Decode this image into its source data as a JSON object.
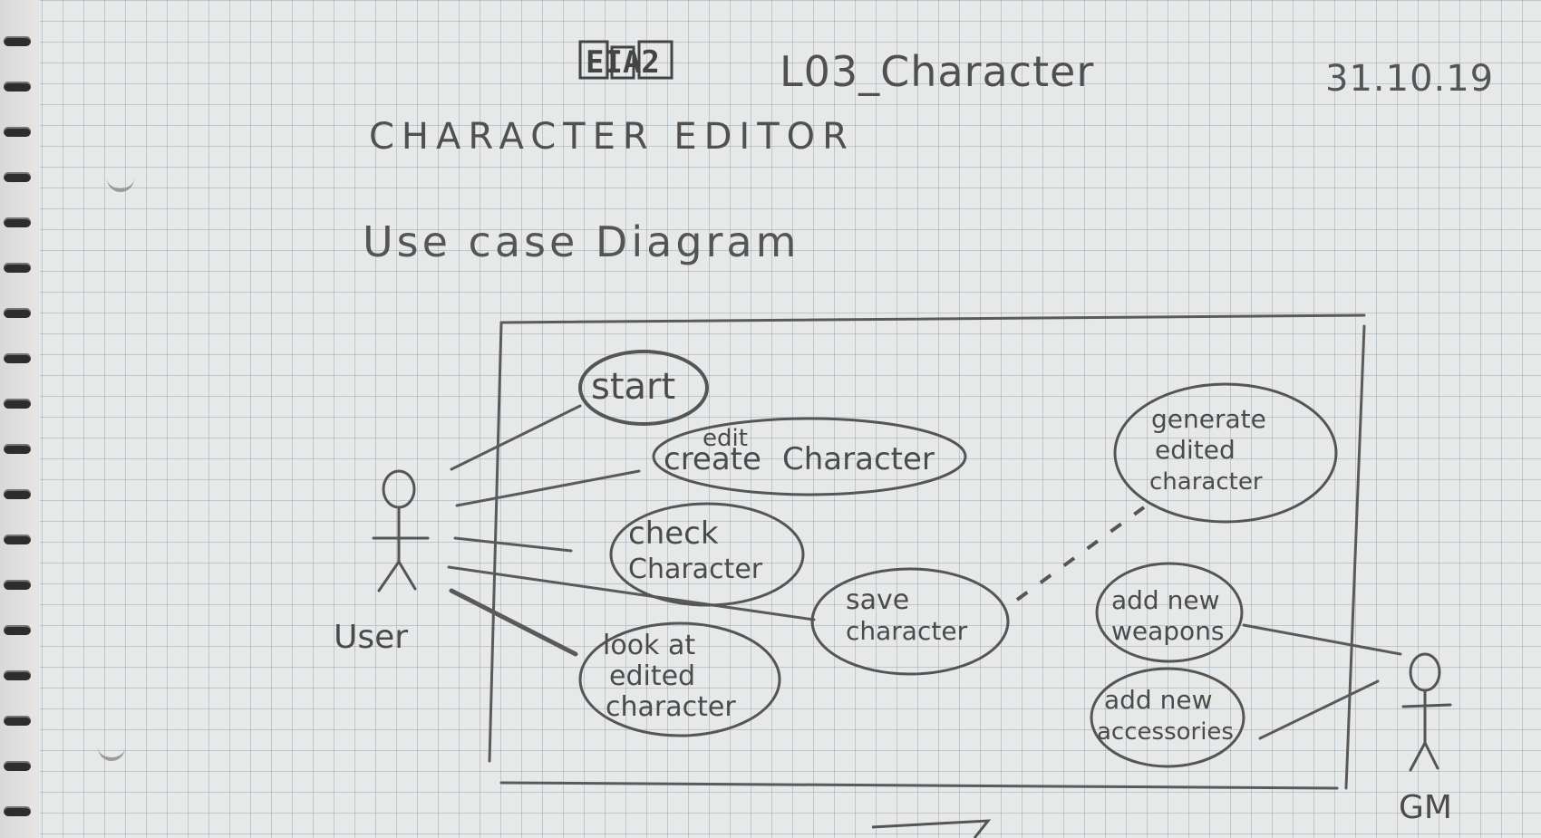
{
  "header": {
    "logo": "EIA2",
    "title": "L03_Character",
    "date": "31.10.19",
    "subtitle": "CHARACTER EDITOR",
    "section": "Use case Diagram"
  },
  "actors": {
    "user": "User",
    "gm": "GM"
  },
  "use_cases": {
    "start": "start",
    "edit_overwrite": "edit",
    "create_character_prefix": "create",
    "create_character_suffix": "Character",
    "check_character_1": "check",
    "check_character_2": "Character",
    "look_1": "look at",
    "look_2": "edited",
    "look_3": "character",
    "save_1": "save",
    "save_2": "character",
    "generate_1": "generate",
    "generate_2": "edited",
    "generate_3": "character",
    "weapons_1": "add new",
    "weapons_2": "weapons",
    "accessories_1": "add new",
    "accessories_2": "accessories"
  },
  "colors": {
    "ink": "#555555",
    "paper": "#e7e8e8",
    "grid": "#8ca0af"
  }
}
